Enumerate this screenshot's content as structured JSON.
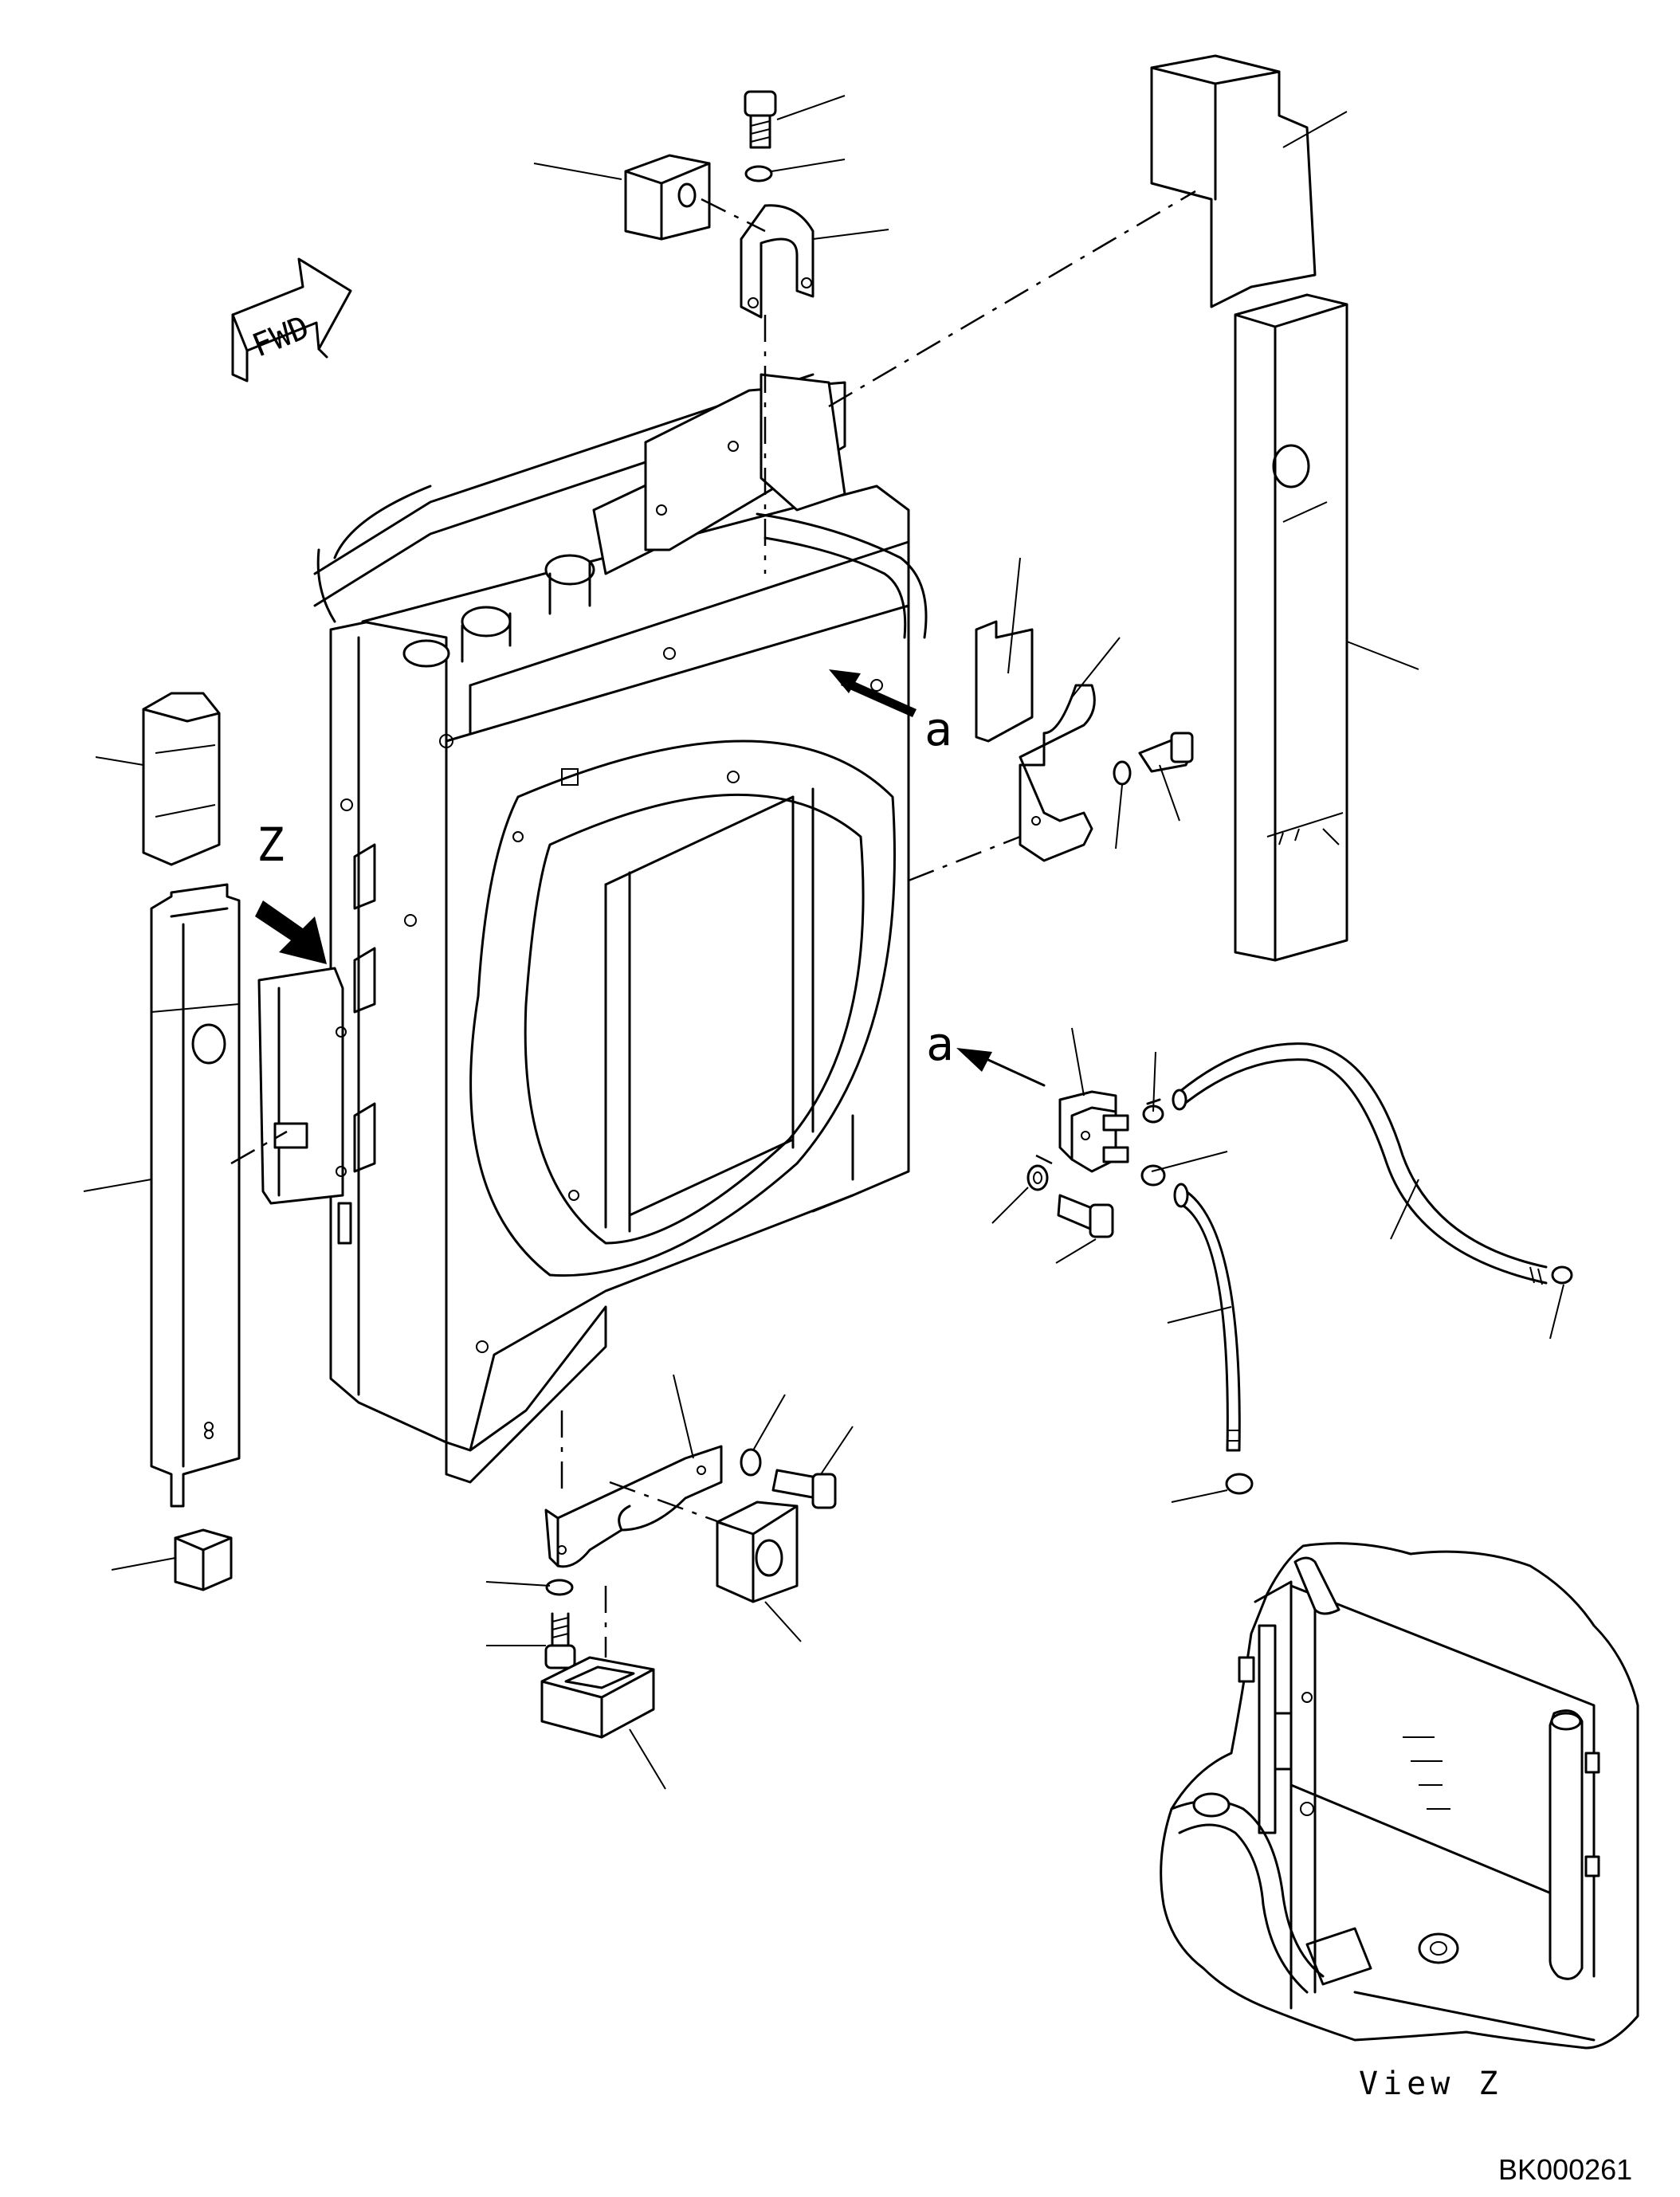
{
  "direction_marker": "FWD",
  "labels": {
    "z_view_marker": "Z",
    "a_marker_top": "a",
    "a_marker_mid": "a"
  },
  "inset": {
    "caption": "View Z"
  },
  "document_id": "BK000261"
}
